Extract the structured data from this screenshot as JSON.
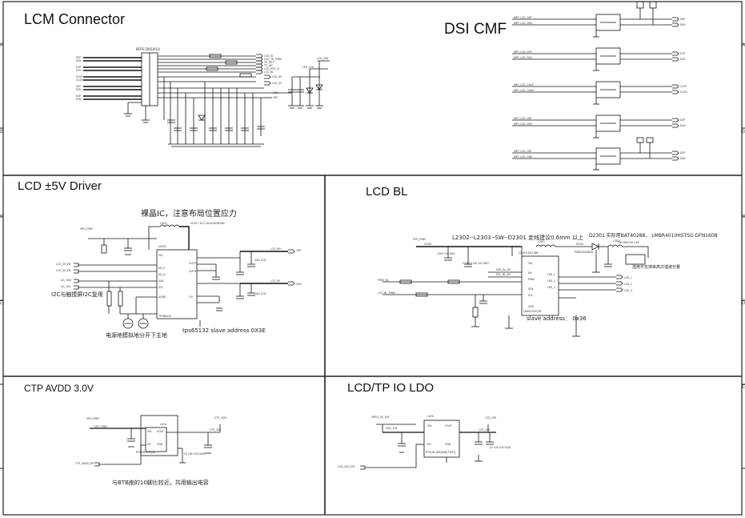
{
  "panels": {
    "lcm_connector": {
      "title": "LCM Connector",
      "connector_ref": "BFF6-20(S)6(1)"
    },
    "dsi_cmf": {
      "title": "DSI CMF"
    },
    "lcd_driver": {
      "title": "LCD ±5V Driver",
      "note_top": "裸晶IC，注意布局位置应力",
      "note_i2c": "I2C与触摸屏I2C复用",
      "note_ground": "电源地模拟地分开下主地",
      "note_slave": "tps65132 slave address 0X3E"
    },
    "lcd_bl": {
      "title": "LCD BL",
      "note_trace": "L2302--L2303--SW--D2301 走线建议0.6mm 以上",
      "note_diode": "D2301 实际用BAT40288， LMBR4010HSTSG DFN1608",
      "note_cap": "选用不支持串高次谐波分量",
      "note_slave": "slave address： 0x36"
    },
    "ctp_avdd": {
      "title": "CTP AVDD 3.0V",
      "note": "与BTB座的10脚比较近，共用输出电容"
    },
    "lcd_tp_ldo": {
      "title": "LCD/TP IO LDO"
    }
  }
}
